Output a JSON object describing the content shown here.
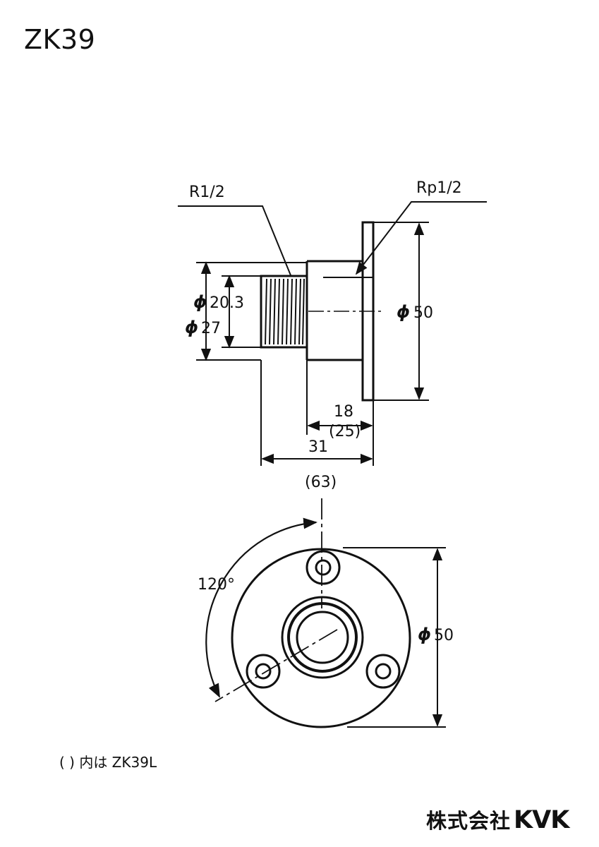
{
  "model": "ZK39",
  "labels": {
    "male_thread": "R1/2",
    "female_thread": "Rp1/2",
    "phi": "ϕ",
    "inner_dia": "20.3",
    "thread_dia": "27",
    "flange_dia": "50",
    "flange_dia_front": "50",
    "length_a": "18",
    "length_a_alt": "(25)",
    "length_b": "31",
    "length_b_alt": "(63)",
    "angle": "120°"
  },
  "footnote": "( ) 内は ZK39L",
  "brand": {
    "company": "株式会社",
    "logo": "KVK"
  }
}
